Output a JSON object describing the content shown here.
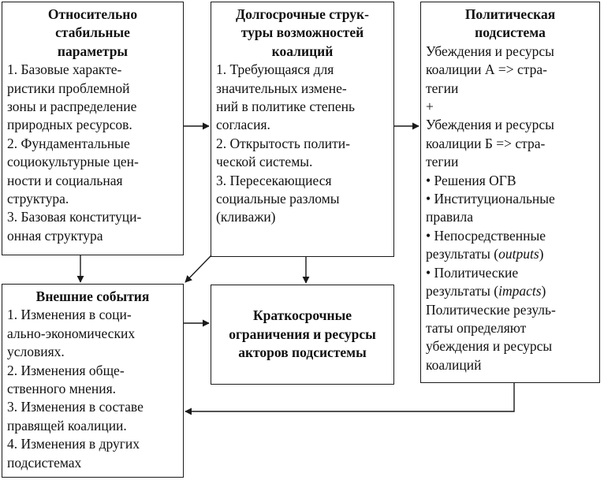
{
  "stable": {
    "title": [
      "Относительно",
      "стабильные",
      "параметры"
    ],
    "lines": [
      "1. Базовые характе-",
      "ристики проблемной",
      "зоны и распределение",
      "природных ресурсов.",
      "2. Фундаментальные",
      "социокультурные цен-",
      "ности и социальная",
      "структура.",
      "3. Базовая конституци-",
      "онная структура"
    ]
  },
  "longterm": {
    "title": [
      "Долгосрочные струк-",
      "туры возможностей",
      "коалиций"
    ],
    "lines": [
      "1. Требующаяся для",
      "значительных измене-",
      "ний в политике степень",
      "согласия.",
      "2. Открытость полити-",
      "ческой системы.",
      "3. Пересекающиеся",
      "социальные разломы",
      "(кливажи)"
    ]
  },
  "political": {
    "title": [
      "Политическая",
      "подсистема"
    ],
    "lines": [
      "Убеждения и ресурсы",
      "коалиции А => стра-",
      "тегии",
      "+",
      "Убеждения и ресурсы",
      "коалиции Б => стра-",
      "тегии",
      "•  Решения ОГВ",
      "•  Институциональные",
      "правила",
      "•  Непосредственные"
    ],
    "outputs_prefix": "результаты (",
    "outputs_term": "outputs",
    "outputs_suffix": ")",
    "bullet_political": "•  Политические",
    "impacts_prefix": "результаты (",
    "impacts_term": "impacts",
    "impacts_suffix": ")",
    "tail_lines": [
      "Политические резуль-",
      "таты определяют",
      "убеждения и ресурсы",
      "коалиций"
    ]
  },
  "external": {
    "title": "Внешние события",
    "lines": [
      "1. Изменения в соци-",
      "ально-экономических",
      "условиях.",
      "2. Изменения обще-",
      "ственного мнения.",
      "3. Изменения в составе",
      "правящей коалиции.",
      "4. Изменения в других",
      "подсистемах"
    ]
  },
  "shortterm": {
    "title": [
      "Краткосрочные",
      "ограничения и ресурсы",
      "акторов подсистемы"
    ]
  }
}
